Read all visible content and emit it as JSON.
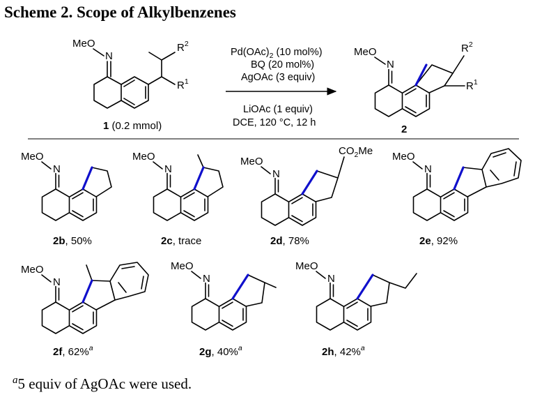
{
  "title": "Scheme 2. Scope of Alkylbenzenes",
  "atoms": {
    "meo": "MeO",
    "n": "N",
    "r": "R",
    "co2me": "CO",
    "co2me_sub": "2",
    "co2me_tail": "Me"
  },
  "reaction": {
    "sm_label": "1",
    "sm_amount": "(0.2 mmol)",
    "product_label": "2",
    "cond1": "Pd(OAc)",
    "cond1_sub": "2",
    "cond1_tail": " (10 mol%)",
    "cond2": "BQ (20 mol%)",
    "cond3": "AgOAc (3 equiv)",
    "cond4": "LiOAc (1 equiv)",
    "cond5": "DCE, 120 °C, 12 h"
  },
  "products": [
    {
      "label": "2b",
      "yield": ", 50%",
      "note": ""
    },
    {
      "label": "2c",
      "yield": ", trace",
      "note": ""
    },
    {
      "label": "2d",
      "yield": ", 78%",
      "note": ""
    },
    {
      "label": "2e",
      "yield": ", 92%",
      "note": ""
    },
    {
      "label": "2f",
      "yield": ", 62%",
      "note": "a"
    },
    {
      "label": "2g",
      "yield": ", 40%",
      "note": "a"
    },
    {
      "label": "2h",
      "yield": ", 42%",
      "note": "a"
    }
  ],
  "footnote": {
    "mark": "a",
    "text": "5 equiv of AgOAc were used."
  },
  "colors": {
    "new_bond": "#1010cc"
  }
}
